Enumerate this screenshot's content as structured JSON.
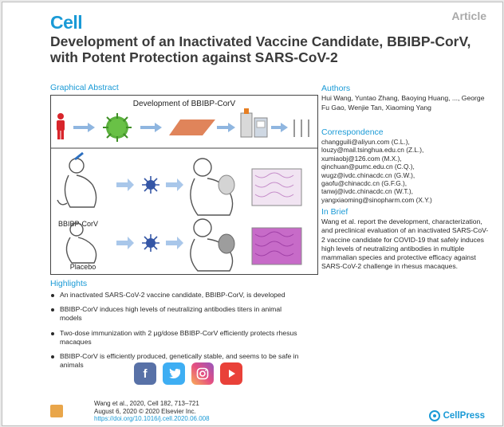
{
  "header": {
    "journal": "Cell",
    "article_type": "Article"
  },
  "title": "Development of an Inactivated Vaccine Candidate, BBIBP-CorV, with Potent Protection against SARS-CoV-2",
  "graphical_abstract": {
    "heading": "Graphical Abstract",
    "panel_title": "Development of BBIBP-CorV",
    "group1_label": "BBIBP-CorV",
    "group2_label": "Placebo"
  },
  "authors": {
    "heading": "Authors",
    "names": "Hui Wang, Yuntao Zhang, Baoying Huang, ..., George Fu Gao, Wenjie Tan, Xiaoming Yang"
  },
  "correspondence": {
    "heading": "Correspondence",
    "emails": [
      "changguili@aliyun.com (C.L.),",
      "louzy@mail.tsinghua.edu.cn (Z.L.),",
      "xumiaobj@126.com (M.X.),",
      "qinchuan@pumc.edu.cn (C.Q.),",
      "wugz@ivdc.chinacdc.cn (G.W.),",
      "gaofu@chinacdc.cn (G.F.G.),",
      "tanwj@ivdc.chinacdc.cn (W.T.),",
      "yangxiaoming@sinopharm.com (X.Y.)"
    ]
  },
  "in_brief": {
    "heading": "In Brief",
    "text": "Wang et al. report the development, characterization, and preclinical evaluation of an inactivated SARS-CoV-2 vaccine candidate for COVID-19 that safely induces high levels of neutralizing antibodies in multiple mammalian species and protective efficacy against SARS-CoV-2 challenge in rhesus macaques."
  },
  "highlights": {
    "heading": "Highlights",
    "items": [
      "An inactivated SARS-CoV-2 vaccine candidate, BBIBP-CorV, is developed",
      "BBIBP-CorV induces high levels of neutralizing antibodies titers in animal models",
      "Two-dose immunization with 2 μg/dose BBIBP-CorV efficiently protects rhesus macaques",
      "BBIBP-CorV is efficiently produced, genetically stable, and seems to be safe in animals"
    ]
  },
  "social_icons": [
    "facebook-icon",
    "twitter-icon",
    "instagram-icon",
    "youtube-icon"
  ],
  "colors": {
    "accent": "#1a9ad6",
    "facebook": "#3b5998",
    "twitter": "#1da1f2",
    "youtube": "#e62117"
  },
  "footer": {
    "citation": "Wang et al., 2020, Cell 182, 713–721",
    "date": "August 6, 2020 © 2020 Elsevier Inc.",
    "doi": "https://doi.org/10.1016/j.cell.2020.06.008",
    "publisher": "CellPress"
  }
}
